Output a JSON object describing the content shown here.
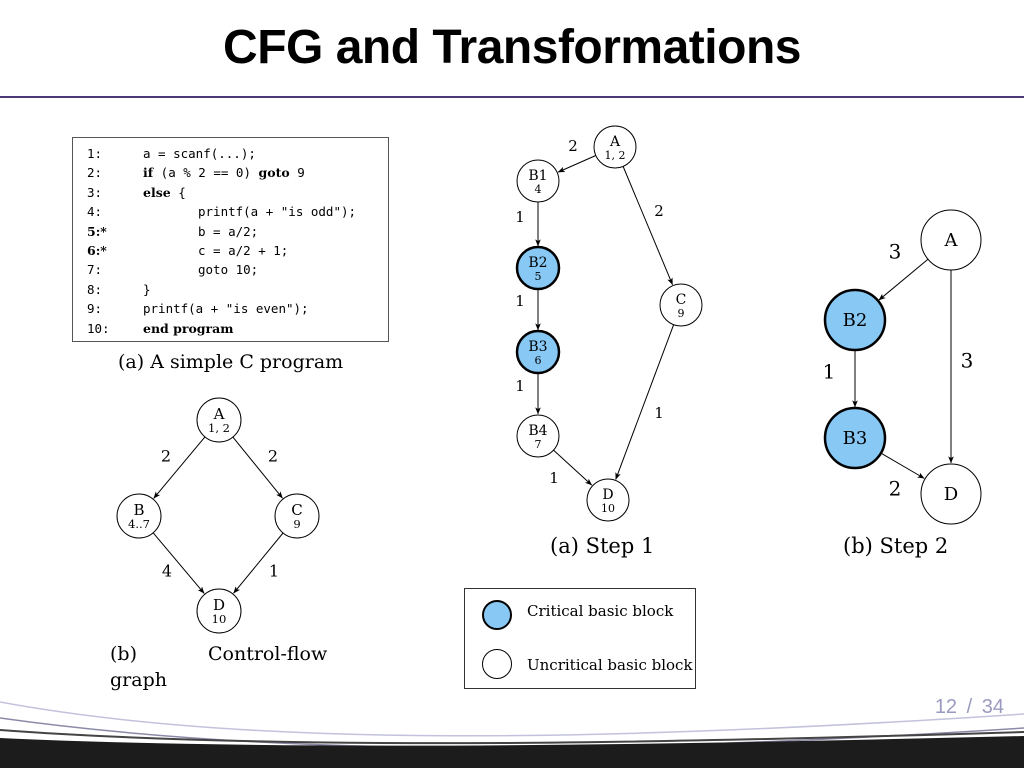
{
  "slide": {
    "title": "CFG and Transformations",
    "page_current": "12",
    "page_sep": "/",
    "page_total": "34"
  },
  "program": {
    "lines": [
      {
        "num": "1:",
        "text": "a = scanf(...);",
        "indent": 0
      },
      {
        "num": "2:",
        "kw": "if",
        "text": " (a % 2 == 0) ",
        "kw2": "goto",
        "text2": " 9",
        "indent": 0
      },
      {
        "num": "3:",
        "kw": "else",
        "text": " {",
        "indent": 0
      },
      {
        "num": "4:",
        "text": "printf(a + \"is odd\");",
        "indent": 1
      },
      {
        "num": "5:*",
        "text": "b = a/2;",
        "indent": 1,
        "bold_num": true
      },
      {
        "num": "6:*",
        "text": "c = a/2 + 1;",
        "indent": 1,
        "bold_num": true
      },
      {
        "num": "7:",
        "text": "goto 10;",
        "indent": 1
      },
      {
        "num": "8:",
        "text": "}",
        "indent": 0
      },
      {
        "num": "9:",
        "text": "printf(a + \"is even\");",
        "indent": 0
      },
      {
        "num": "10:",
        "kw": "end program",
        "text": "",
        "indent": 0
      }
    ],
    "caption": "(a) A simple C program"
  },
  "cfg": {
    "caption_part1": "(b)",
    "caption_part2": "Control-flow",
    "caption_part3": "graph",
    "nodes": [
      {
        "id": "A",
        "label": "A",
        "sub": "1, 2"
      },
      {
        "id": "B",
        "label": "B",
        "sub": "4..7"
      },
      {
        "id": "C",
        "label": "C",
        "sub": "9"
      },
      {
        "id": "D",
        "label": "D",
        "sub": "10"
      }
    ],
    "edges": [
      {
        "from": "A",
        "to": "B",
        "weight": "2"
      },
      {
        "from": "A",
        "to": "C",
        "weight": "2"
      },
      {
        "from": "B",
        "to": "D",
        "weight": "4"
      },
      {
        "from": "C",
        "to": "D",
        "weight": "1"
      }
    ]
  },
  "step1": {
    "caption": "(a) Step 1",
    "nodes": [
      {
        "id": "A",
        "label": "A",
        "sub": "1, 2",
        "critical": false
      },
      {
        "id": "B1",
        "label": "B1",
        "sub": "4",
        "critical": false
      },
      {
        "id": "B2",
        "label": "B2",
        "sub": "5",
        "critical": true
      },
      {
        "id": "B3",
        "label": "B3",
        "sub": "6",
        "critical": true
      },
      {
        "id": "B4",
        "label": "B4",
        "sub": "7",
        "critical": false
      },
      {
        "id": "C",
        "label": "C",
        "sub": "9",
        "critical": false
      },
      {
        "id": "D",
        "label": "D",
        "sub": "10",
        "critical": false
      }
    ],
    "edges": [
      {
        "from": "A",
        "to": "B1",
        "weight": "2"
      },
      {
        "from": "A",
        "to": "C",
        "weight": "2"
      },
      {
        "from": "B1",
        "to": "B2",
        "weight": "1"
      },
      {
        "from": "B2",
        "to": "B3",
        "weight": "1"
      },
      {
        "from": "B3",
        "to": "B4",
        "weight": "1"
      },
      {
        "from": "B4",
        "to": "D",
        "weight": "1"
      },
      {
        "from": "C",
        "to": "D",
        "weight": "1"
      }
    ]
  },
  "step2": {
    "caption": "(b) Step 2",
    "nodes": [
      {
        "id": "A",
        "label": "A",
        "critical": false
      },
      {
        "id": "B2",
        "label": "B2",
        "critical": true
      },
      {
        "id": "B3",
        "label": "B3",
        "critical": true
      },
      {
        "id": "D",
        "label": "D",
        "critical": false
      }
    ],
    "edges": [
      {
        "from": "A",
        "to": "B2",
        "weight": "3"
      },
      {
        "from": "A",
        "to": "D",
        "weight": "3"
      },
      {
        "from": "B2",
        "to": "B3",
        "weight": "1"
      },
      {
        "from": "B3",
        "to": "D",
        "weight": "2"
      }
    ]
  },
  "legend": {
    "critical_label": "Critical basic block",
    "uncritical_label": "Uncritical basic block"
  },
  "colors": {
    "critical_fill": "#87c8f5",
    "node_stroke": "#000000",
    "rule": "#4b3a78",
    "page_number": "#9a9ac0"
  }
}
